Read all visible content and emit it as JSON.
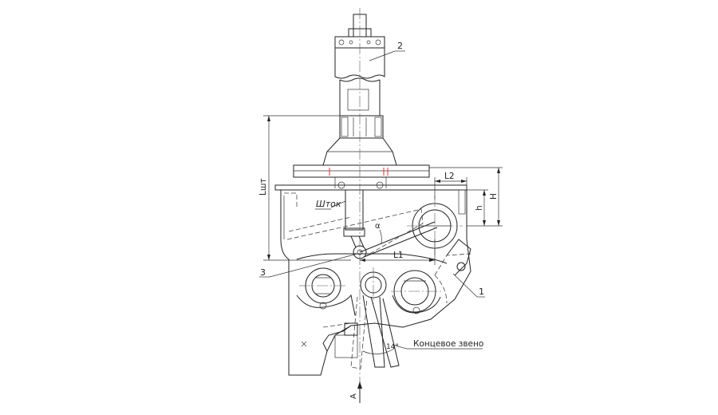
{
  "labels": {
    "item_1": "1",
    "item_2": "2",
    "item_3": "3",
    "rod": "Шток",
    "end_link": "Концевое звено",
    "view_a": "А",
    "dim_lsht": "Lшт",
    "dim_l1": "L1",
    "dim_l2": "L2",
    "dim_h_upper": "H",
    "dim_h_lower": "h",
    "angle_alpha": "α",
    "angle_14": "14°"
  },
  "colors": {
    "line": "#222222",
    "accent": "#dd3333"
  }
}
